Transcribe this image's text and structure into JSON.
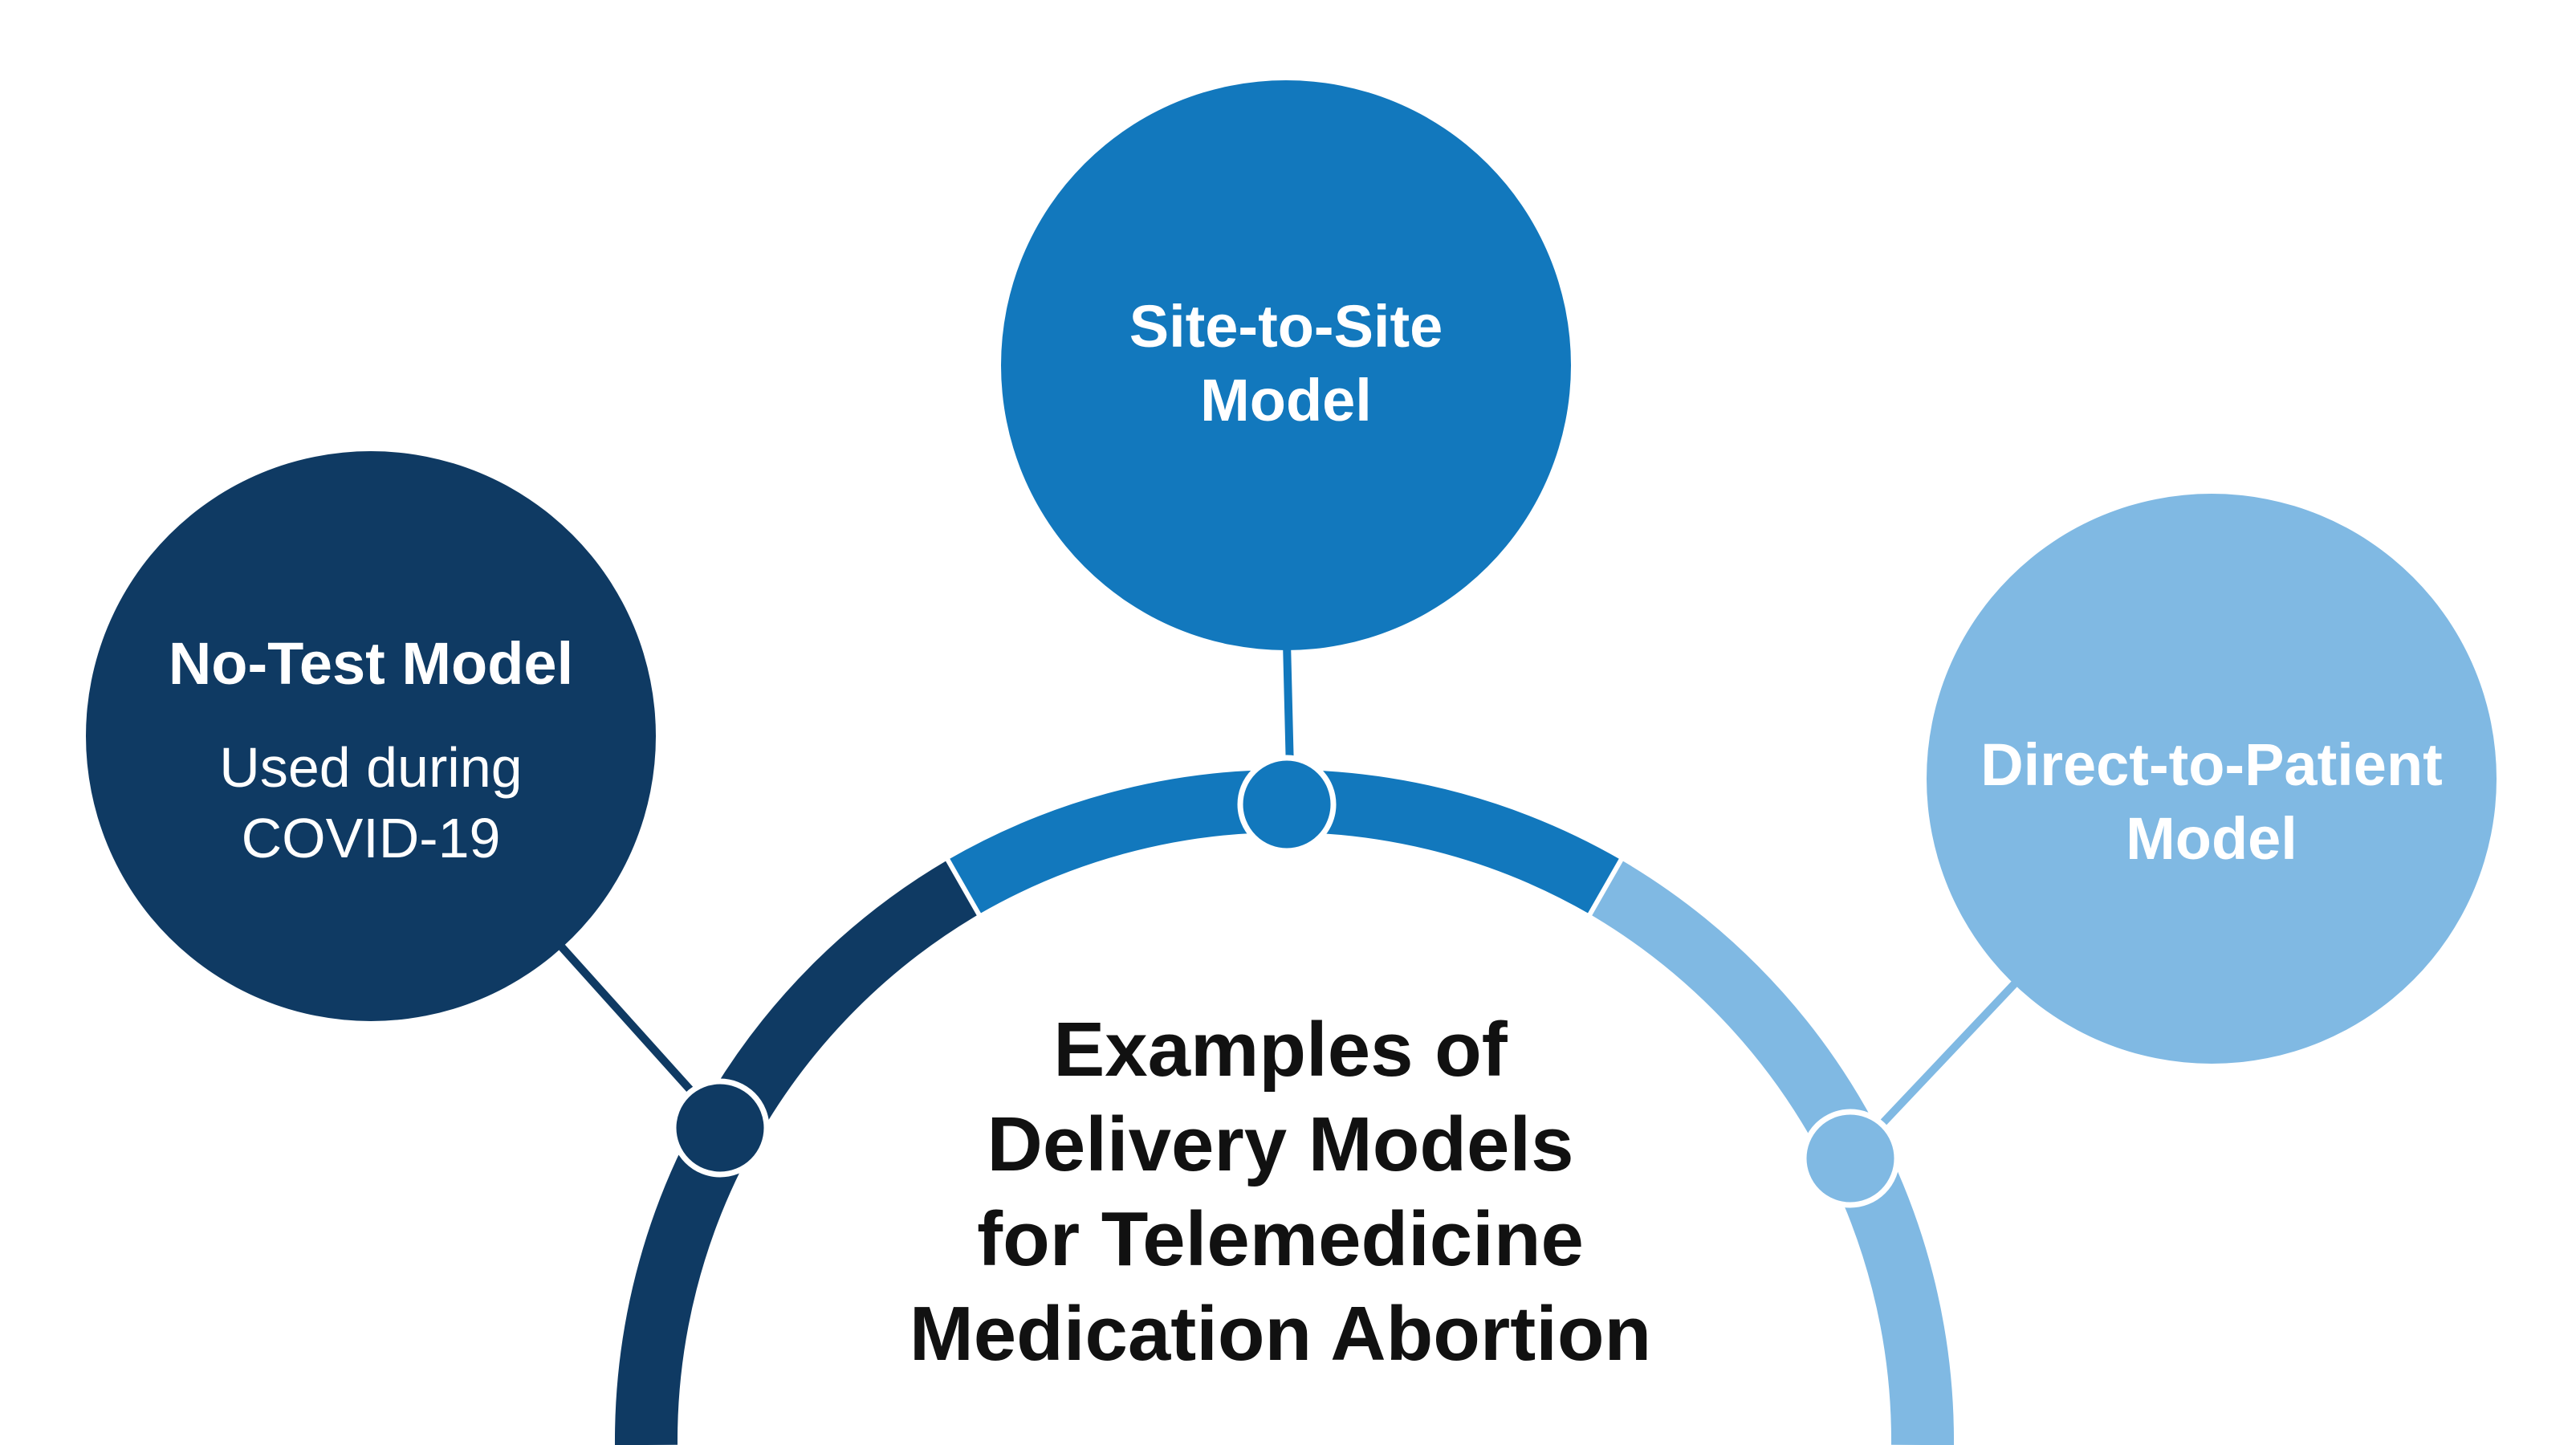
{
  "center": {
    "lines": [
      "Examples of",
      "Delivery Models",
      "for Telemedicine",
      "Medication Abortion"
    ]
  },
  "nodes": [
    {
      "id": "no-test",
      "title_lines": [
        "No-Test Model"
      ],
      "subtitle_lines": [
        "Used during",
        "COVID-19"
      ],
      "color": "#0f3a63"
    },
    {
      "id": "site-to-site",
      "title_lines": [
        "Site-to-Site",
        "Model"
      ],
      "subtitle_lines": [],
      "color": "#1278bd"
    },
    {
      "id": "direct-to-patient",
      "title_lines": [
        "Direct-to-Patient",
        "Model"
      ],
      "subtitle_lines": [],
      "color": "#80b9e3"
    }
  ],
  "colors": {
    "dark_navy": "#0f3a63",
    "mid_blue": "#1278bd",
    "light_blue": "#80b9e3",
    "text": "#111111",
    "background": "#ffffff"
  }
}
